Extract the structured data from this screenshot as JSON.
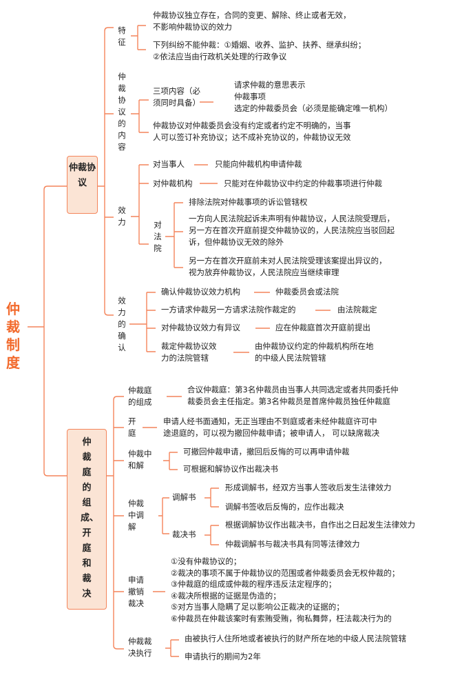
{
  "root": "仲裁制度",
  "agreement": {
    "label": "仲裁协议",
    "features": {
      "label": "特征",
      "items": [
        "仲裁协议独立存在，合同的变更、解除、终止或者无效，\n不影响仲裁协议的效力",
        "下列纠纷不能仲裁：①婚姻、收养、监护、扶养、继承纠纷；\n②依法应当由行政机关处理的行政争议"
      ]
    },
    "content": {
      "label": "仲裁协议的内容",
      "three": "三项内容（必\n须同时具备）",
      "three_items": "请求仲裁的意思表示\n仲裁事项\n选定的仲裁委员会（必须是能确定唯一机构）",
      "supplement": "仲裁协议对仲裁委员会没有约定或者约定不明确的，当事\n人可以签订补充协议；达不成补充协议的，仲裁协议无效"
    },
    "effect": {
      "label": "效力",
      "party": "对当事人",
      "party_v": "只能向仲裁机构申请仲裁",
      "org": "对仲裁机构",
      "org_v": "只能对在仲裁协议中约定的仲裁事项进行仲裁",
      "court": "对法院",
      "court_items": [
        "排除法院对仲裁事项的诉讼管辖权",
        "一方向人民法院起诉未声明有仲裁协议，人民法院受理后，\n另一方在首次开庭前提交仲裁协议的，人民法院应当驳回起\n诉，但仲裁协议无效的除外",
        "另一方在首次开庭前未对人民法院受理该案提出异议的，\n视为放弃仲裁协议，人民法院应当继续审理"
      ]
    },
    "confirm": {
      "label": "效力的确认",
      "rows": [
        {
          "k": "确认仲裁协议效力机构",
          "v": "仲裁委员会或法院"
        },
        {
          "k": "一方请求仲裁另一方请求法院作裁定的",
          "v": "由法院裁定"
        },
        {
          "k": "对仲裁协议效力有异议",
          "v": "应在仲裁庭首次开庭前提出"
        },
        {
          "k": "裁定仲裁协议效\n力的法院管辖",
          "v": "由仲裁协议约定的仲裁机构所在地\n的中级人民法院管辖"
        }
      ]
    }
  },
  "tribunal": {
    "label": "仲裁庭的组成、开庭和裁决",
    "composition": {
      "label": "仲裁庭\n的组成",
      "text": "合议仲裁庭：第3名仲裁员由当事人共同选定或者共同委托仲\n裁委员会主任指定。第3名仲裁员是首席仲裁员独任仲裁庭"
    },
    "hearing": {
      "label": "开\n庭",
      "text": "申请人经书面通知，无正当理由不到庭或者未经仲裁庭许可中\n途退庭的，可以视为撤回仲裁申请；被申请人， 可以缺席裁决"
    },
    "settlement": {
      "label": "仲裁中\n和解",
      "items": [
        "可撤回仲裁申请，撤回后反悔的可以再申请仲裁",
        "可根据和解协议作出裁决书"
      ]
    },
    "mediation": {
      "label": "仲裁\n中调\n解",
      "doc": "调解书",
      "doc_items": [
        "形成调解书，经双方当事人签收后发生法律效力",
        "调解书签收后反悔的，应作出裁决"
      ],
      "award": "裁决书",
      "award_items": [
        "根据调解协议作出裁决书，自作出之日起发生法律效力",
        "仲裁调解书与裁决书具有同等法律效力"
      ]
    },
    "revoke": {
      "label": "申请\n撤销\n裁决",
      "items": [
        "①没有仲裁协议的；",
        "②裁决的事项不属于仲裁协议的范围或者仲裁委员会无权仲裁的；",
        "③仲裁庭的组成或仲裁的程序违反法定程序的；",
        "④裁决所根据的证据是伪造的；",
        "⑤对方当事人隐瞒了足以影响公正裁决的证据的；",
        "⑥仲裁员在仲裁该案时有索贿受贿，徇私舞弊，枉法裁决行为的"
      ]
    },
    "execution": {
      "label": "仲裁裁\n决执行",
      "items": [
        "由被执行人住所地或者被执行的财产所在地的中级人民法院管辖",
        "申请执行的期间为2年"
      ]
    }
  },
  "colors": {
    "accent": "#f26a2c",
    "line": "#f4845a",
    "box": "#fbe4d5"
  }
}
